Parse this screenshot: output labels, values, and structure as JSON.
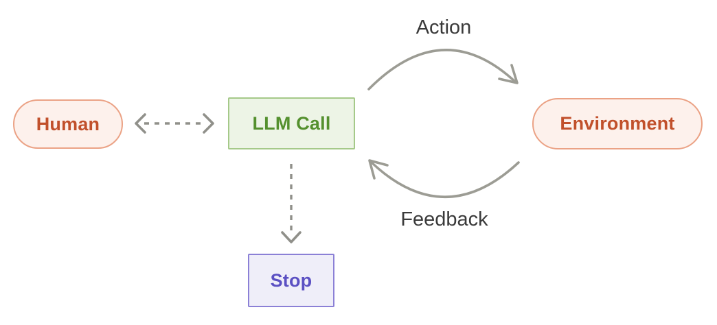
{
  "diagram": {
    "title": "agent-loop-flow",
    "nodes": {
      "human": {
        "label": "Human",
        "shape": "pill",
        "text_color": "#c1502b",
        "border_color": "#eba285",
        "fill_color": "#fdf1ec"
      },
      "llm_call": {
        "label": "LLM Call",
        "shape": "rectangle",
        "text_color": "#54902e",
        "border_color": "#a5c989",
        "fill_color": "#edf4e6"
      },
      "environment": {
        "label": "Environment",
        "shape": "pill",
        "text_color": "#c1502b",
        "border_color": "#eba285",
        "fill_color": "#fdf1ec"
      },
      "stop": {
        "label": "Stop",
        "shape": "rectangle",
        "text_color": "#5b50c3",
        "border_color": "#8b80d6",
        "fill_color": "#efeef9"
      }
    },
    "edges": {
      "action": {
        "label": "Action",
        "from": "llm_call",
        "to": "environment",
        "style": "solid-curved"
      },
      "feedback": {
        "label": "Feedback",
        "from": "environment",
        "to": "llm_call",
        "style": "solid-curved"
      },
      "human_llm": {
        "label": "",
        "from": "human",
        "to": "llm_call",
        "style": "dashed-bidirectional"
      },
      "llm_stop": {
        "label": "",
        "from": "llm_call",
        "to": "stop",
        "style": "dashed"
      }
    },
    "colors": {
      "background": "#ffffff",
      "arrow_gray": "#9c9c94",
      "dashed_arrow_gray": "#90908a",
      "edge_label_text": "#3a3a3a"
    }
  }
}
